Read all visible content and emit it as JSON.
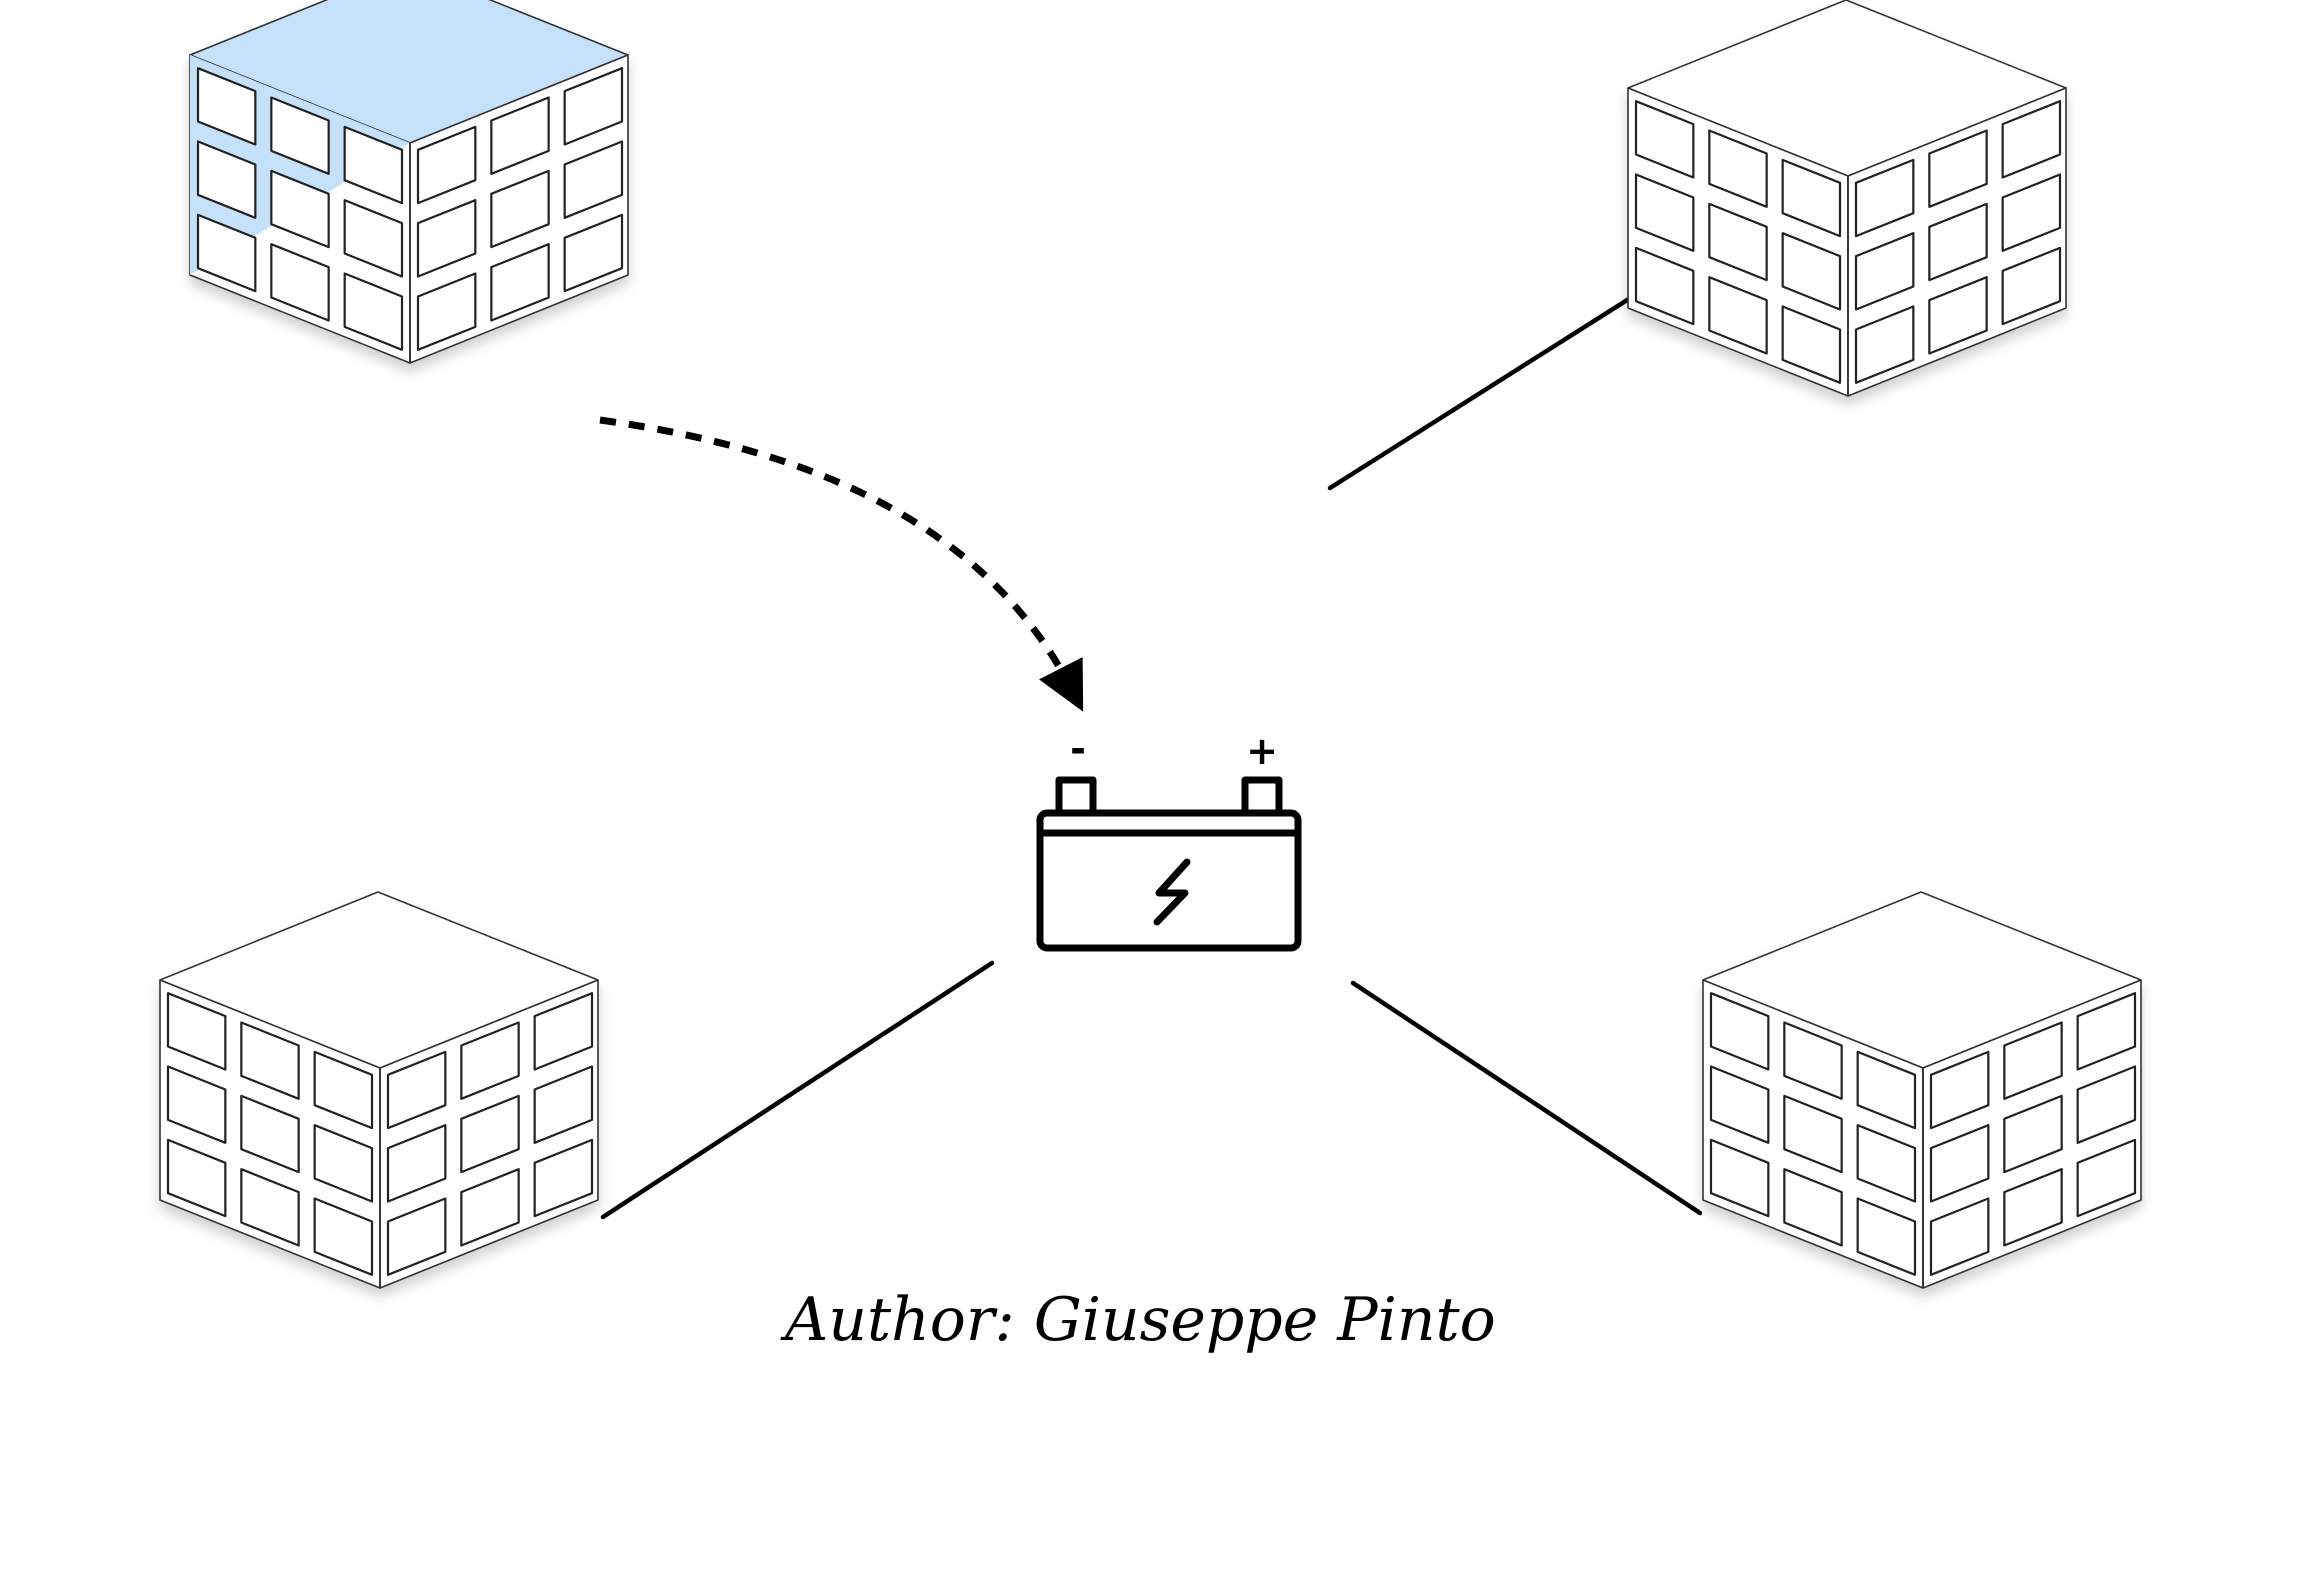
{
  "diagram": {
    "caption": "Author: Giuseppe Pinto",
    "battery": {
      "minus_sign": "-",
      "plus_sign": "+"
    },
    "colors": {
      "highlight": "#c5e1fa",
      "outline": "#333333",
      "line": "#000000"
    },
    "buildings": [
      {
        "id": "top-left",
        "highlighted": true
      },
      {
        "id": "top-right",
        "highlighted": false
      },
      {
        "id": "bottom-left",
        "highlighted": false
      },
      {
        "id": "bottom-right",
        "highlighted": false
      }
    ]
  }
}
